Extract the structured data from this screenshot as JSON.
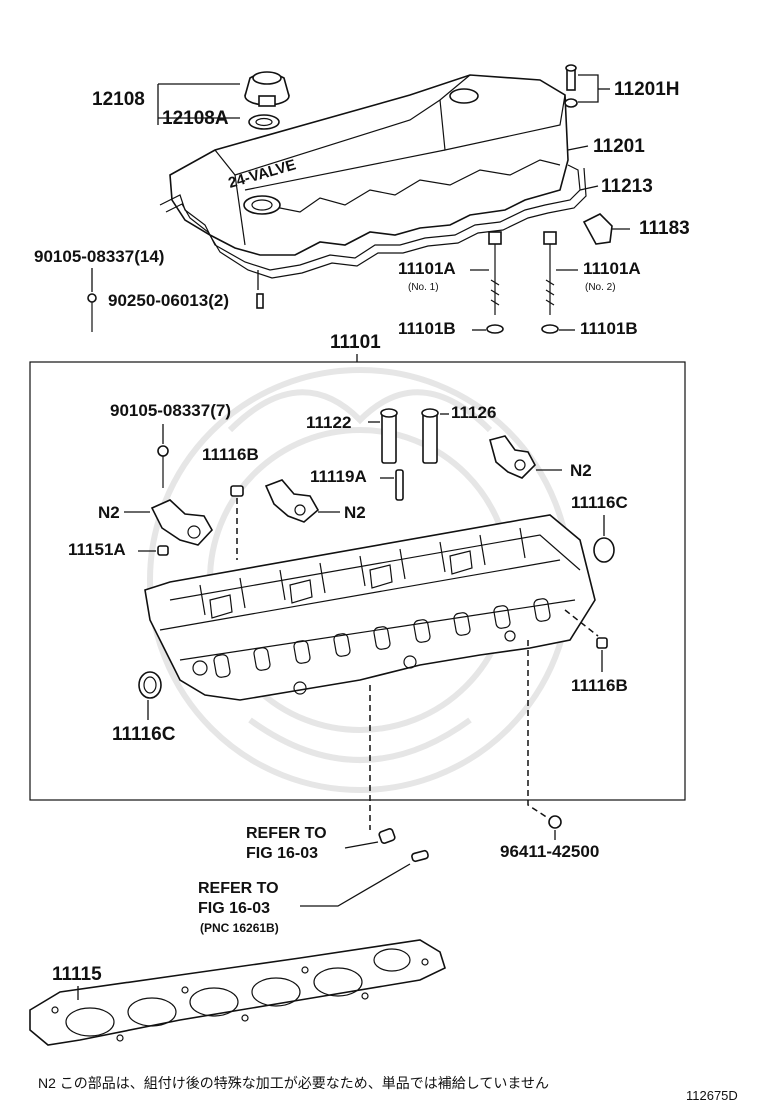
{
  "labels": {
    "p12108": "12108",
    "p12108A": "12108A",
    "p11201H": "11201H",
    "p11201": "11201",
    "p11213": "11213",
    "p11183": "11183",
    "p90105_14": "90105-08337(14)",
    "p90250": "90250-06013(2)",
    "p11101A_1": "11101A",
    "p11101A_1_sub": "(No. 1)",
    "p11101A_2": "11101A",
    "p11101A_2_sub": "(No. 2)",
    "p11101B_1": "11101B",
    "p11101B_2": "11101B",
    "p11101": "11101",
    "p90105_7": "90105-08337(7)",
    "p11122": "11122",
    "p11126": "11126",
    "p11116B_top": "11116B",
    "p11119A": "11119A",
    "n2_right": "N2",
    "n2_left": "N2",
    "n2_mid": "N2",
    "p11116C_right": "11116C",
    "p11151A": "11151A",
    "p11116B_right": "11116B",
    "p11116C_left": "11116C",
    "refer1_line1": "REFER TO",
    "refer1_line2": "FIG 16-03",
    "p96411": "96411-42500",
    "refer2_line1": "REFER TO",
    "refer2_line2": "FIG 16-03",
    "refer2_line3": "(PNC 16261B)",
    "p11115": "11115",
    "cover_emboss": "24-VALVE",
    "footnote": "N2  この部品は、組付け後の特殊な加工が必要なため、単品では補給していません",
    "figure_code": "112675D"
  }
}
